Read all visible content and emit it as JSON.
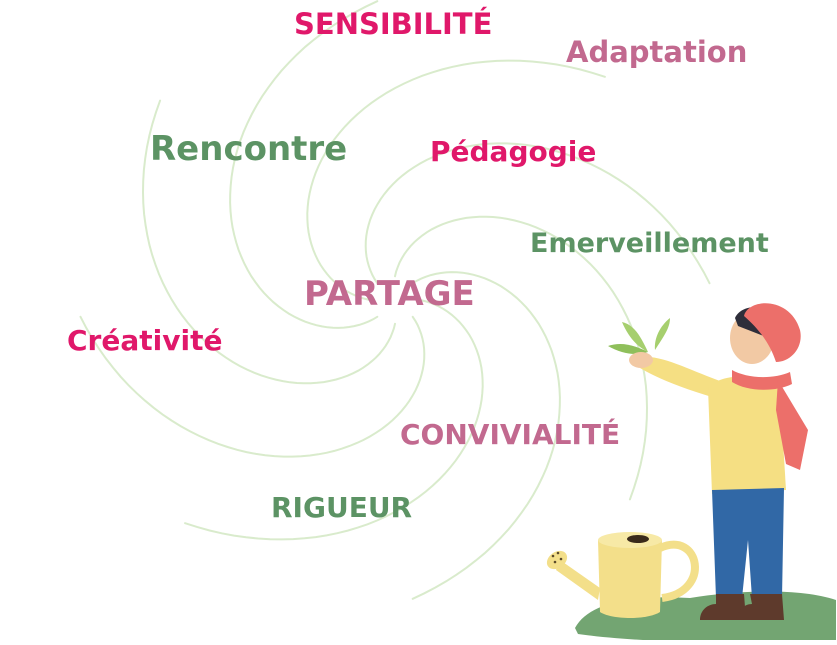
{
  "colors": {
    "magenta": "#e0186a",
    "mauve": "#c2698f",
    "green": "#5c9364",
    "spiral": "#d9ebcc",
    "grass": "#73a572",
    "coat": "#f5df83",
    "hat": "#ec6f6a",
    "trousers": "#3168a6",
    "can": "#f3df8a"
  },
  "words": {
    "sensibilite": "SENSIBILITÉ",
    "adaptation": "Adaptation",
    "rencontre": "Rencontre",
    "pedagogie": "Pédagogie",
    "emerveillement": "Emerveillement",
    "partage": "PARTAGE",
    "creativite": "Créativité",
    "convivialite": "CONVIVIALITÉ",
    "rigueur": "RIGUEUR"
  },
  "illustration": {
    "subject": "child-watering-plant",
    "icons": [
      "spiral-icon",
      "child-figure-icon",
      "watering-can-icon",
      "seedling-icon",
      "grass-patch-icon"
    ]
  }
}
